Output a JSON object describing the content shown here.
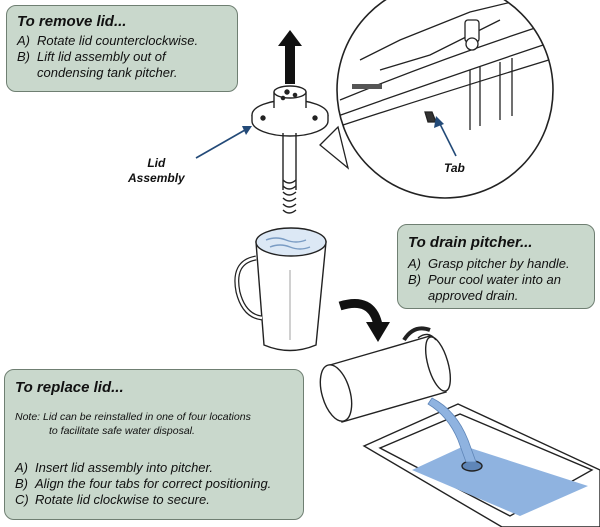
{
  "remove": {
    "title": "To remove lid...",
    "steps": [
      {
        "letter": "A)",
        "text": "Rotate lid counterclockwise."
      },
      {
        "letter": "B)",
        "text": "Lift lid assembly out of"
      },
      {
        "letter": "",
        "text": "condensing tank pitcher."
      }
    ]
  },
  "drain": {
    "title": "To drain pitcher...",
    "steps": [
      {
        "letter": "A)",
        "text": "Grasp pitcher by handle."
      },
      {
        "letter": "B)",
        "text": "Pour cool water into an"
      },
      {
        "letter": "",
        "text": "approved drain."
      }
    ]
  },
  "replace": {
    "title": "To replace lid...",
    "note_line1": "Note: Lid can be reinstalled in one of four locations",
    "note_line2": "to facilitate safe water disposal.",
    "steps": [
      {
        "letter": "A)",
        "text": "Insert lid assembly into pitcher."
      },
      {
        "letter": "B)",
        "text": "Align the four tabs for correct positioning."
      },
      {
        "letter": "C)",
        "text": "Rotate lid clockwise to secure."
      }
    ]
  },
  "labels": {
    "lid_line1": "Lid",
    "lid_line2": "Assembly",
    "tab": "Tab"
  },
  "colors": {
    "callout_bg": "#c9d8cc",
    "arrow_blue": "#234a78",
    "water": "#8fb3e0"
  }
}
